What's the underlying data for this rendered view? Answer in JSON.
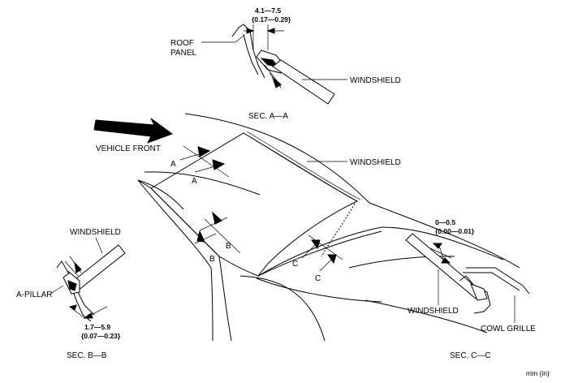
{
  "labels": {
    "vehicle_front": "VEHICLE FRONT",
    "windshield_main": "WINDSHIELD",
    "section_a_letter": "A",
    "section_b_letter": "B",
    "section_c_letter": "C",
    "roof_panel_line1": "ROOF",
    "roof_panel_line2": "PANEL",
    "windshield_a": "WINDSHIELD",
    "windshield_b": "WINDSHIELD",
    "windshield_c": "WINDSHIELD",
    "a_pillar": "A-PILLAR",
    "cowl_grille": "COWL GRILLE",
    "unit": "mm {in}"
  },
  "sections": {
    "a": {
      "title": "SEC. A—A",
      "dim_mm": "4.1—7.5",
      "dim_in": "{0.17—0.29}"
    },
    "b": {
      "title": "SEC. B—B",
      "dim_mm": "1.7—5.9",
      "dim_in": "{0.07—0.23}"
    },
    "c": {
      "title": "SEC. C—C",
      "dim_mm": "0—0.5",
      "dim_in": "{0.00—0.01}"
    }
  }
}
